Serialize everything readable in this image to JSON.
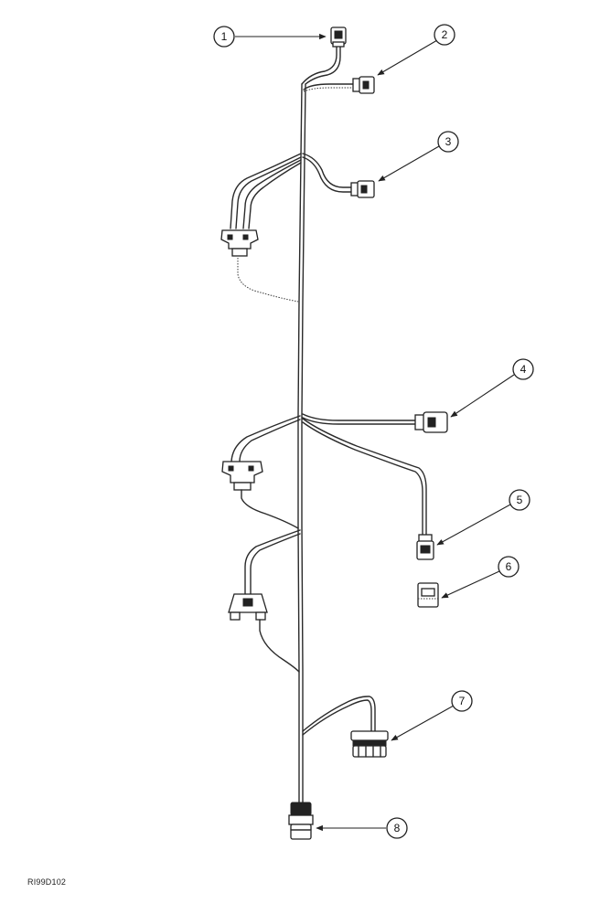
{
  "figure_id": "RI99D102",
  "callouts": [
    {
      "number": "1"
    },
    {
      "number": "2"
    },
    {
      "number": "3"
    },
    {
      "number": "4"
    },
    {
      "number": "5"
    },
    {
      "number": "6"
    },
    {
      "number": "7"
    },
    {
      "number": "8"
    }
  ]
}
